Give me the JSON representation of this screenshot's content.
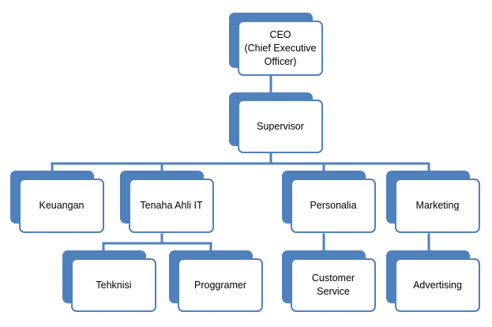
{
  "colors": {
    "accent": "#4f81bd",
    "line": "#4f81bd",
    "box_fill": "#ffffff",
    "text": "#000000"
  },
  "nodes": {
    "ceo": {
      "label": "CEO\n(Chief Executive\nOfficer)"
    },
    "supervisor": {
      "label": "Supervisor"
    },
    "keuangan": {
      "label": "Keuangan"
    },
    "tenaha_ahli_it": {
      "label": "Tenaha Ahli IT"
    },
    "personalia": {
      "label": "Personalia"
    },
    "marketing": {
      "label": "Marketing"
    },
    "tehknisi": {
      "label": "Tehknisi"
    },
    "proggramer": {
      "label": "Proggramer"
    },
    "customer_service": {
      "label": "Customer\nService"
    },
    "advertising": {
      "label": "Advertising"
    }
  }
}
